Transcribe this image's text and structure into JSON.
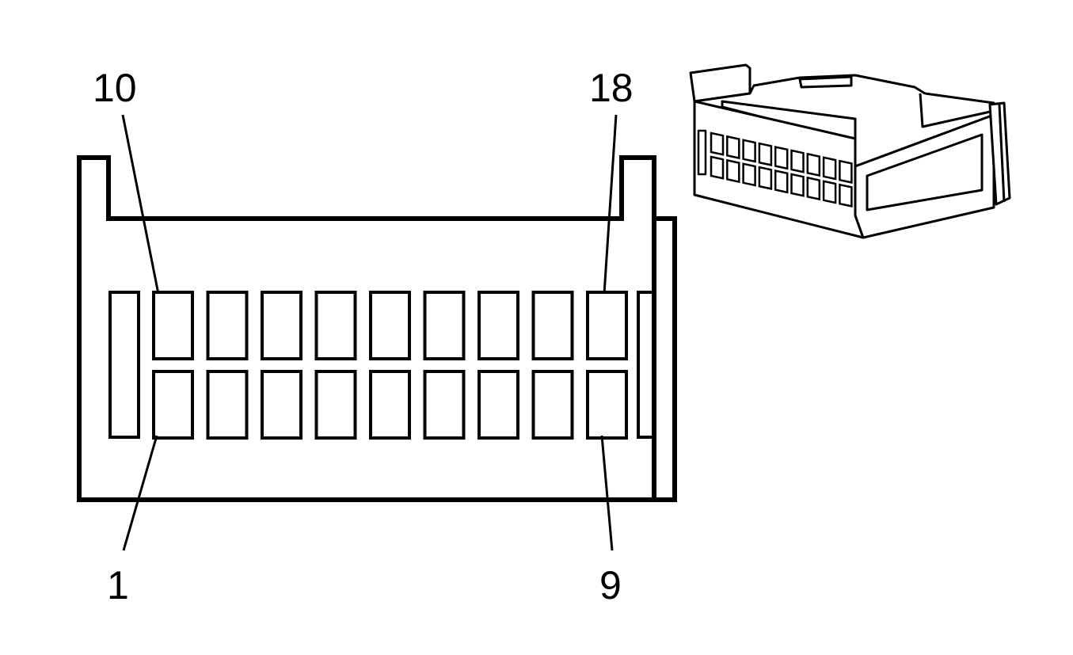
{
  "connector": {
    "rows": 2,
    "pins_per_row": 9,
    "labels": {
      "top_left": "10",
      "top_right": "18",
      "bottom_left": "1",
      "bottom_right": "9"
    }
  },
  "colors": {
    "line": "#000000",
    "background": "#ffffff"
  }
}
